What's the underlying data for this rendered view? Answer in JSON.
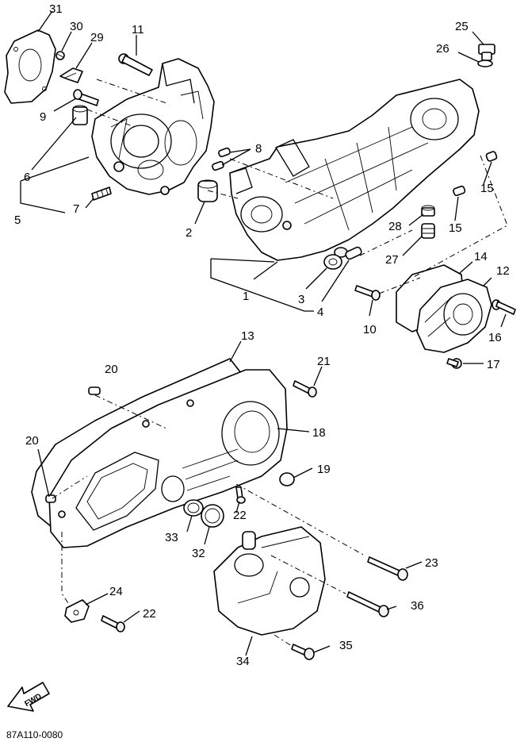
{
  "figure_code": "87A110-0080",
  "fwd_label": "FWD",
  "callouts": {
    "c1": "1",
    "c2": "2",
    "c3": "3",
    "c4": "4",
    "c5": "5",
    "c6": "6",
    "c7": "7",
    "c8": "8",
    "c9": "9",
    "c10": "10",
    "c11": "11",
    "c12": "12",
    "c13": "13",
    "c14": "14",
    "c15a": "15",
    "c15b": "15",
    "c16": "16",
    "c17": "17",
    "c18": "18",
    "c19": "19",
    "c20a": "20",
    "c20b": "20",
    "c21": "21",
    "c22a": "22",
    "c22b": "22",
    "c23": "23",
    "c24": "24",
    "c25": "25",
    "c26": "26",
    "c27": "27",
    "c28": "28",
    "c29": "29",
    "c30": "30",
    "c31": "31",
    "c32": "32",
    "c33": "33",
    "c34": "34",
    "c35": "35",
    "c36": "36"
  }
}
